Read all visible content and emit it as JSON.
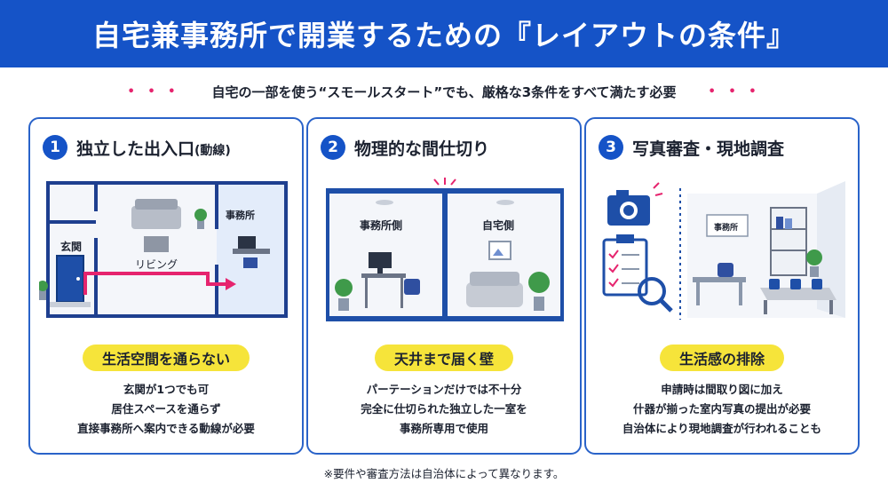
{
  "header": {
    "title": "自宅兼事務所で開業するための『レイアウトの条件』"
  },
  "subtitle": {
    "dots": "• • •",
    "text": "自宅の一部を使う“スモールスタート”でも、厳格な3条件をすべて満たす必要"
  },
  "cards": [
    {
      "number": "1",
      "title": "独立した出入口",
      "title_suffix": "(動線)",
      "labels": [
        "玄関",
        "リビング",
        "事務所"
      ],
      "highlight": "生活空間を通らない",
      "lines": [
        "玄関が1つでも可",
        "居住スペースを通らず",
        "直接事務所へ案内できる動線が必要"
      ]
    },
    {
      "number": "2",
      "title": "物理的な間仕切り",
      "labels": [
        "事務所側",
        "自宅側"
      ],
      "highlight": "天井まで届く壁",
      "lines": [
        "パーテーションだけでは不十分",
        "完全に仕切られた独立した一室を",
        "事務所専用で使用"
      ]
    },
    {
      "number": "3",
      "title": "写真審査・現地調査",
      "labels": [
        "事務所"
      ],
      "highlight": "生活感の排除",
      "lines": [
        "申請時は間取り図に加え",
        "什器が揃った室内写真の提出が必要",
        "自治体により現地調査が行われることも"
      ]
    }
  ],
  "footnote": "※要件や審査方法は自治体によって異なります。",
  "colors": {
    "primary": "#1553c7",
    "accent_pink": "#e6246e",
    "highlight_yellow": "#f6e43a"
  },
  "icons": [
    "camera-icon",
    "clipboard-checklist-icon",
    "magnifier-icon",
    "door-icon",
    "plant-icon",
    "sofa-icon",
    "desk-icon"
  ]
}
